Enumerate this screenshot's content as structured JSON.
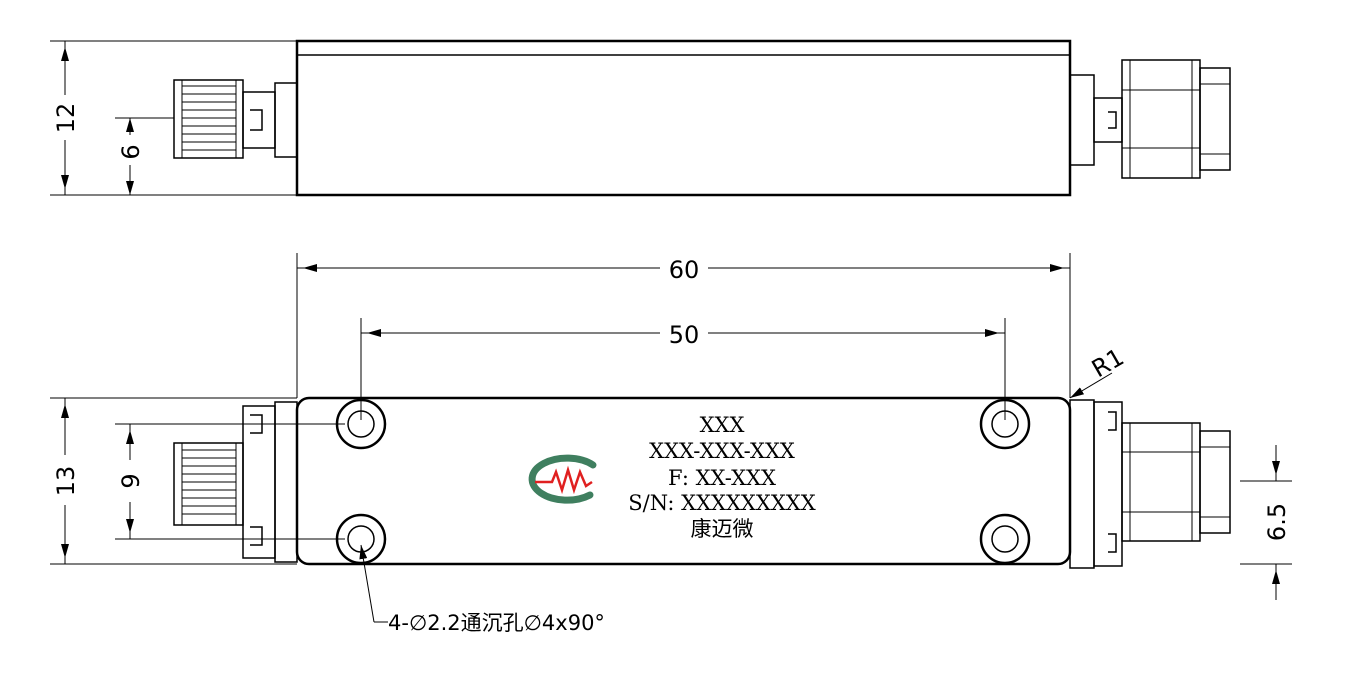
{
  "dimensions": {
    "height_top": "12",
    "connector_offset_top": "6",
    "overall_length": "60",
    "hole_spacing": "50",
    "corner_radius": "R1",
    "height_bottom": "13",
    "hole_vertical_spacing": "9",
    "connector_offset_right": "6.5"
  },
  "label": {
    "line1": "XXX",
    "line2": "XXX-XXX-XXX",
    "line3": "F: XX-XXX",
    "line4": "S/N: XXXXXXXXX",
    "brand": "康迈微"
  },
  "hole_note": "4-∅2.2通沉孔∅4x90°",
  "colors": {
    "logo_green": "#3f7f5f",
    "logo_red": "#e02020",
    "line": "#000000"
  }
}
